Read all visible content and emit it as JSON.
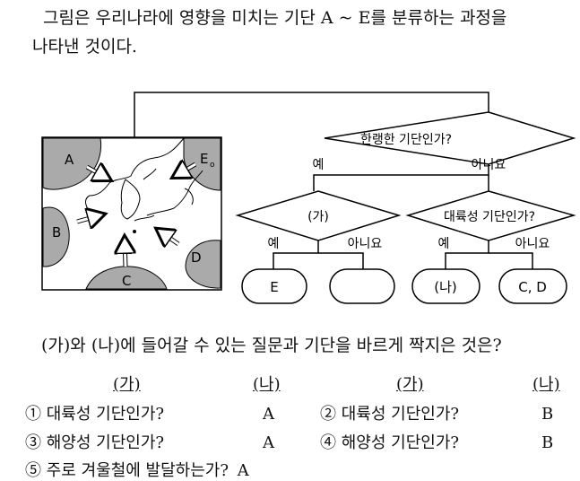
{
  "stem": {
    "line1": "그림은 우리나라에 영향을 미치는 기단 A ~ E를 분류하는 과정을",
    "line2": "나타낸 것이다."
  },
  "map": {
    "labels": [
      "A",
      "B",
      "C",
      "D",
      "E"
    ],
    "e_subscript": "o"
  },
  "flowchart": {
    "q1": "한랭한 기단인가?",
    "q2": "(가)",
    "q3": "대륙성 기단인가?",
    "yes": "예",
    "no": "아니요",
    "results": [
      "E",
      "",
      "(나)",
      "C, D"
    ]
  },
  "question": "(가)와 (나)에 들어갈 수 있는 질문과 기단을 바르게 짝지은 것은?",
  "headers": {
    "ga": "(가)",
    "na": "(나)"
  },
  "options": [
    {
      "num": "①",
      "text": "대륙성 기단인가?",
      "answer": "A"
    },
    {
      "num": "②",
      "text": "대륙성 기단인가?",
      "answer": "B"
    },
    {
      "num": "③",
      "text": "해양성 기단인가?",
      "answer": "A"
    },
    {
      "num": "④",
      "text": "해양성 기단인가?",
      "answer": "B"
    },
    {
      "num": "⑤",
      "text": "주로 겨울철에 발달하는가?",
      "answer": "A"
    }
  ]
}
